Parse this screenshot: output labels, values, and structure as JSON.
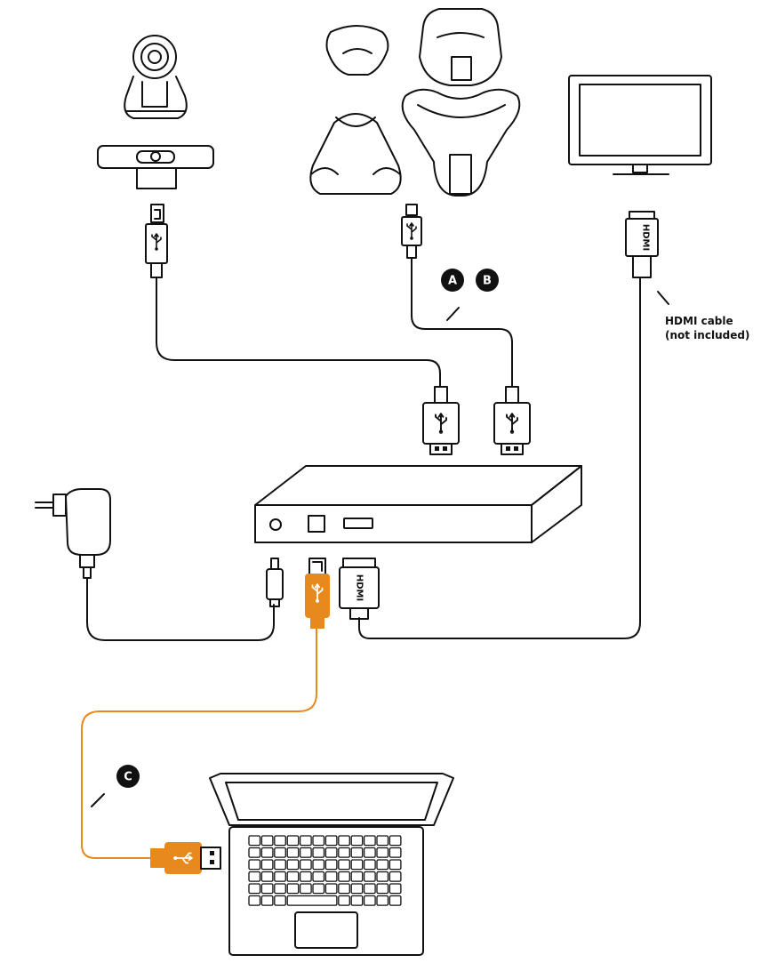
{
  "labels": {
    "hdmi_cable_line1": "HDMI cable",
    "hdmi_cable_line2": "(not included)"
  },
  "badges": {
    "a": "A",
    "b": "B",
    "c": "C"
  },
  "connector_text": {
    "hdmi_top": "HDMI",
    "hdmi_bottom": "HDMI"
  },
  "colors": {
    "ink": "#111111",
    "accent": "#e8891d",
    "background": "#ffffff"
  },
  "icons": {
    "camera": "ptz-camera-icon",
    "webcam": "webcam-bar-icon",
    "speakerphones": "speakerphone-group-icon",
    "monitor": "display-monitor-icon",
    "hub": "hub-box-icon",
    "power": "power-adapter-icon",
    "laptop": "laptop-icon",
    "usb": "usb-symbol-icon"
  }
}
